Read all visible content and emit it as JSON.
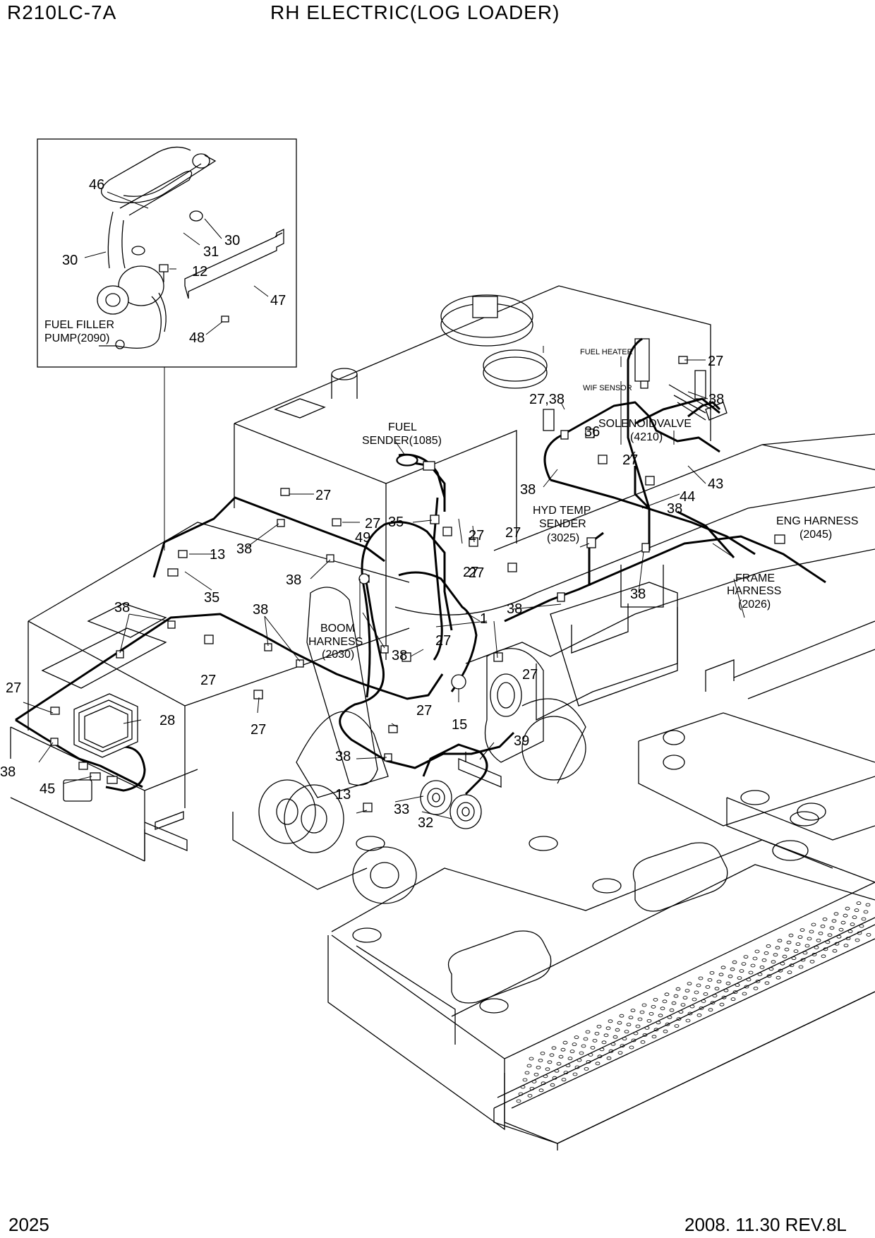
{
  "header": {
    "model": "R210LC-7A",
    "title": "RH ELECTRIC(LOG LOADER)"
  },
  "footer": {
    "page_no": "2025",
    "revision": "2008. 11.30  REV.8L"
  },
  "inset": {
    "caption_line1": "FUEL FILLER",
    "caption_line2": "PUMP(2090)",
    "callouts": [
      "46",
      "30",
      "31",
      "30",
      "12",
      "47",
      "48"
    ]
  },
  "labels": {
    "fuel_sender": [
      "FUEL",
      "SENDER(1085)"
    ],
    "fuel_heater": "FUEL HEATER",
    "wif_sensor": "WIF SENSOR",
    "solenoid_valve": [
      "SOLENOIDVALVE",
      "(4210)"
    ],
    "hyd_temp_sender": [
      "HYD TEMP",
      "SENDER",
      "(3025)"
    ],
    "eng_harness": [
      "ENG HARNESS",
      "(2045)"
    ],
    "frame_harness": [
      "FRAME",
      "HARNESS",
      "(2026)"
    ],
    "boom_harness": [
      "BOOM",
      "HARNESS",
      "(2030)"
    ]
  },
  "callouts": [
    "27",
    "38",
    "27,38",
    "36",
    "27",
    "44",
    "43",
    "38",
    "38",
    "27",
    "27",
    "35",
    "49",
    "13",
    "35",
    "38",
    "38",
    "27",
    "27",
    "38",
    "38",
    "27",
    "1",
    "38",
    "27",
    "38",
    "27",
    "27",
    "15",
    "28",
    "27",
    "38",
    "39",
    "45",
    "13",
    "33",
    "32",
    "27",
    "38",
    "38",
    "27",
    "27"
  ]
}
